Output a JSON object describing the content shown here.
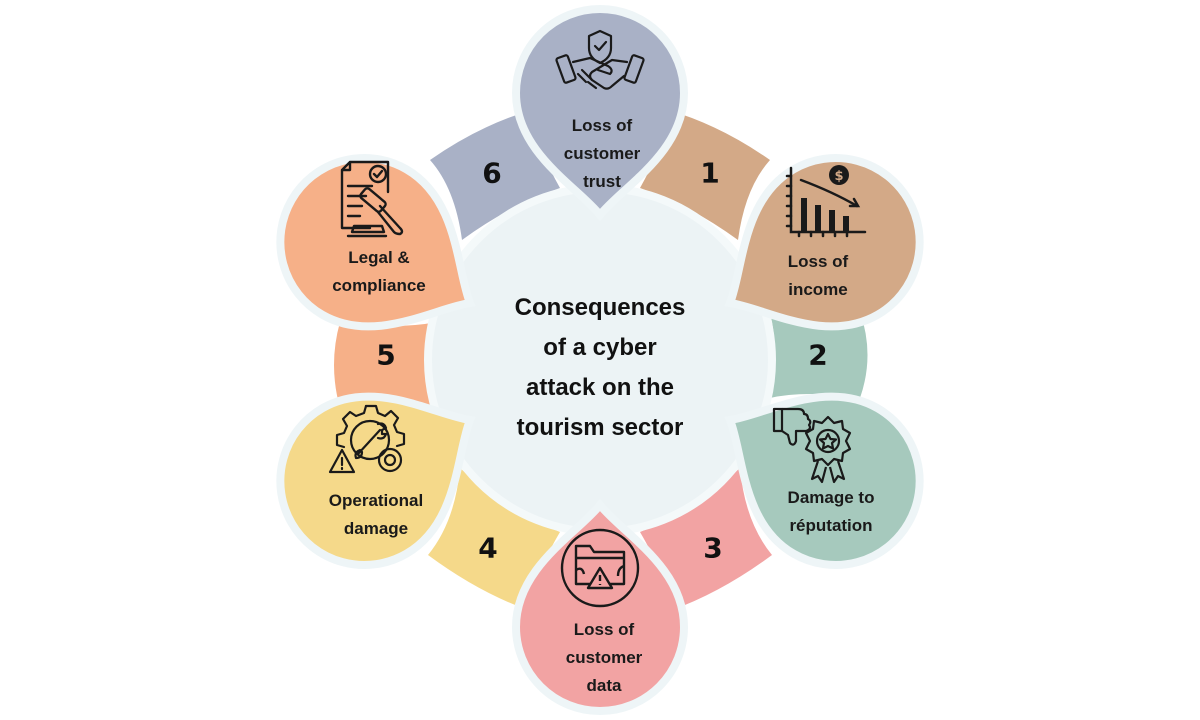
{
  "title": {
    "lines": [
      "Consequences",
      "of a cyber",
      "attack on the",
      "tourism sector"
    ]
  },
  "colors": {
    "background": "#ffffff",
    "center": "#ecf3f5",
    "halo": "#f3f8f9",
    "trust": "#a9b1c6",
    "income": "#d3a987",
    "reputation": "#a6c9bd",
    "data": "#f2a3a3",
    "operational": "#f5d98a",
    "legal": "#f6b088",
    "text": "#1a1a1a"
  },
  "segments": [
    {
      "number": "1",
      "label_lines": [
        "Loss of",
        "income"
      ],
      "icon": "declining-chart-dollar-icon"
    },
    {
      "number": "2",
      "label_lines": [
        "Damage to",
        "réputation"
      ],
      "icon": "thumbs-down-badge-icon"
    },
    {
      "number": "3",
      "label_lines": [
        "Loss of",
        "customer",
        "data"
      ],
      "icon": "folder-warning-icon"
    },
    {
      "number": "4",
      "label_lines": [
        "Operational",
        "damage"
      ],
      "icon": "broken-gear-wrench-icon"
    },
    {
      "number": "5",
      "label_lines": [
        "Legal &",
        "compliance"
      ],
      "icon": "document-gavel-icon"
    },
    {
      "number": "6",
      "label_lines": [
        "Loss of",
        "customer",
        "trust"
      ],
      "icon": "handshake-shield-icon"
    }
  ]
}
